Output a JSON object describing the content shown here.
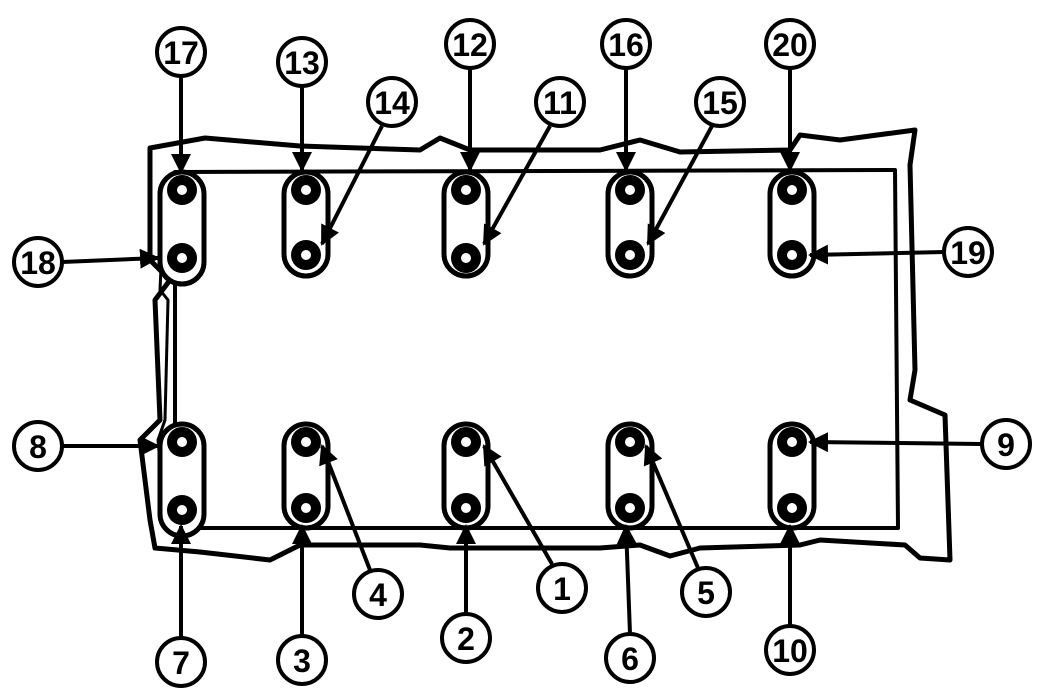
{
  "callouts": [
    {
      "id": "17",
      "label": "17"
    },
    {
      "id": "13",
      "label": "13"
    },
    {
      "id": "14",
      "label": "14"
    },
    {
      "id": "12",
      "label": "12"
    },
    {
      "id": "11",
      "label": "11"
    },
    {
      "id": "16",
      "label": "16"
    },
    {
      "id": "15",
      "label": "15"
    },
    {
      "id": "20",
      "label": "20"
    },
    {
      "id": "18",
      "label": "18"
    },
    {
      "id": "19",
      "label": "19"
    },
    {
      "id": "8",
      "label": "8"
    },
    {
      "id": "9",
      "label": "9"
    },
    {
      "id": "7",
      "label": "7"
    },
    {
      "id": "3",
      "label": "3"
    },
    {
      "id": "4",
      "label": "4"
    },
    {
      "id": "2",
      "label": "2"
    },
    {
      "id": "1",
      "label": "1"
    },
    {
      "id": "6",
      "label": "6"
    },
    {
      "id": "5",
      "label": "5"
    },
    {
      "id": "10",
      "label": "10"
    }
  ]
}
